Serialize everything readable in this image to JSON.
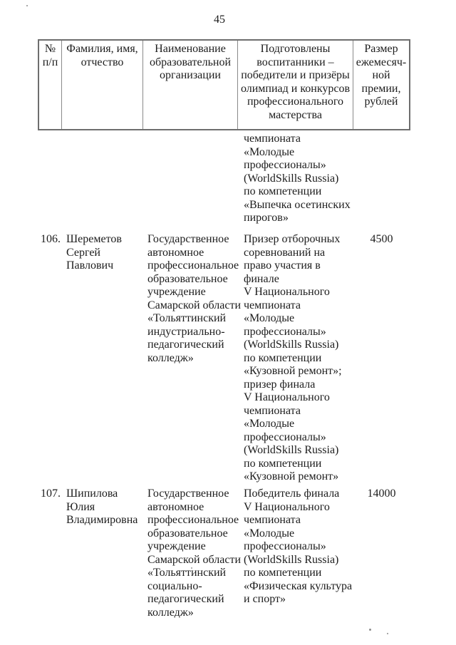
{
  "page": {
    "number": "45"
  },
  "table": {
    "header": [
      "№\nп/п",
      "Фамилия, имя,\nотчество",
      "Наименование\nобразовательной\nорганизации",
      "Подготовлены\nвоспитанники –\nпобедители и призёры\nолимпиад и конкурсов\nпрофессионального\nмастерства",
      "Размер\nежемесяч-\nной\nпремии,\nрублей"
    ],
    "carryover": {
      "achievement": "чемпионата\n«Молодые\nпрофессионалы»\n(WorldSkills Russia)\nпо компетенции\n«Выпечка осетинских\nпирогов»"
    },
    "rows": [
      {
        "num": "106.",
        "name": "Шереметов\nСергей\nПавлович",
        "organization": "Государственное\nавтономное\nпрофессиональное\nобразовательное\nучреждение\nСамарской области\n«Тольяттинский\nиндустриально-\nпедагогический\nколледж»",
        "achievement": "Призер отборочных\nсоревнований на\nправо участия в\nфинале\nV Национального\nчемпионата\n«Молодые\nпрофессионалы»\n(WorldSkills Russia)\nпо компетенции\n«Кузовной ремонт»;\nпризер финала\nV Национального\nчемпионата\n«Молодые\nпрофессионалы»\n(WorldSkills Russia)\nпо компетенции\n«Кузовной ремонт»",
        "amount": "4500"
      },
      {
        "num": "107.",
        "name": "Шипилова\nЮлия\nВладимировна",
        "organization": "Государственное\nавтономное\nпрофессиональное\nобразовательное\nучреждение\nСамарской области\n«Тольяттинский\nсоциально-\nпедагогический\nколледж»",
        "achievement": "Победитель финала\nV Национального\nчемпионата\n«Молодые\nпрофессионалы»\n(WorldSkills Russia)\nпо компетенции\n«Физическая культура\nи спорт»",
        "amount": "14000"
      }
    ]
  }
}
